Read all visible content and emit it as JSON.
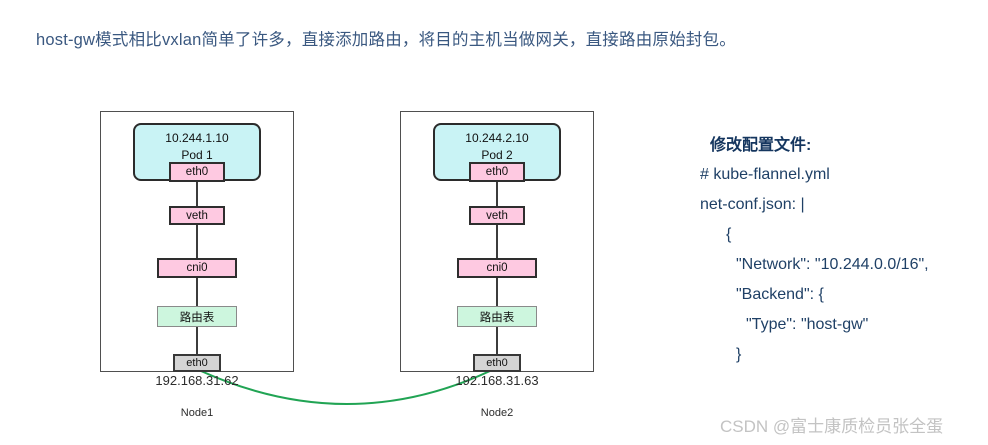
{
  "intro": {
    "text": "host-gw模式相比vxlan简单了许多，直接添加路由，将目的主机当做网关，直接路由原始封包。"
  },
  "diagram": {
    "nodes": [
      {
        "pod_ip": "10.244.1.10",
        "pod_label": "Pod 1",
        "pod_eth_label": "eth0",
        "veth_label": "veth",
        "cni_label": "cni0",
        "route_label": "路由表",
        "host_eth_label": "eth0",
        "host_ip": "192.168.31.62",
        "node_label": "Node1"
      },
      {
        "pod_ip": "10.244.2.10",
        "pod_label": "Pod 2",
        "pod_eth_label": "eth0",
        "veth_label": "veth",
        "cni_label": "cni0",
        "route_label": "路由表",
        "host_eth_label": "eth0",
        "host_ip": "192.168.31.63",
        "node_label": "Node2"
      }
    ],
    "colors": {
      "pod_fill": "#c9f3f5",
      "nic_fill": "#fec9e1",
      "route_fill": "#cdf6de",
      "host_nic_fill": "#d4d4d4",
      "link_green": "#21a454"
    }
  },
  "config_panel": {
    "title": "修改配置文件:",
    "lines": [
      {
        "text": "# kube-flannel.yml",
        "indent": 0
      },
      {
        "text": "net-conf.json: |",
        "indent": 0
      },
      {
        "text": "{",
        "indent": 1
      },
      {
        "text": "\"Network\": \"10.244.0.0/16\",",
        "indent": 2
      },
      {
        "text": "\"Backend\": {",
        "indent": 2
      },
      {
        "text": "\"Type\": \"host-gw\"",
        "indent": 3
      },
      {
        "text": "}",
        "indent": 2
      }
    ]
  },
  "watermark": {
    "text": "CSDN @富士康质检员张全蛋"
  }
}
